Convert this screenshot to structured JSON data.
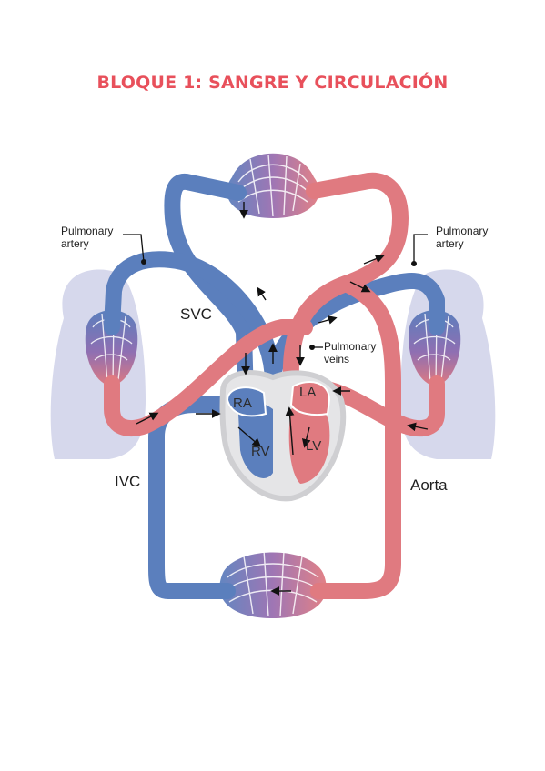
{
  "title": "BLOQUE 1: SANGRE Y CIRCULACIÓN",
  "labels": {
    "pulmonary_artery_left": [
      "Pulmonary",
      "artery"
    ],
    "pulmonary_artery_right": [
      "Pulmonary",
      "artery"
    ],
    "pulmonary_veins": [
      "Pulmonary",
      "veins"
    ],
    "svc": "SVC",
    "ivc": "IVC",
    "aorta": "Aorta",
    "ra": "RA",
    "rv": "RV",
    "la": "LA",
    "lv": "LV"
  },
  "colors": {
    "title": "#e8505b",
    "deoxygenated": "#5b7fbd",
    "oxygenated": "#e07a80",
    "lung": "#d6d8ec",
    "heart_outline": "#cfcfd2"
  }
}
